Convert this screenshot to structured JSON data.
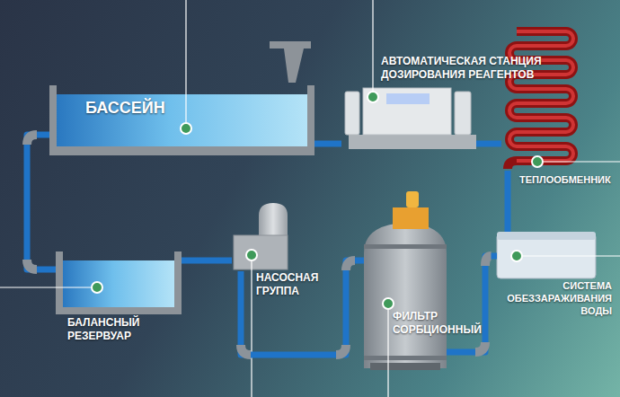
{
  "diagram": {
    "nodes": [
      {
        "text": [
          "БАССЕЙН"
        ]
      },
      {
        "text": [
          "АВТОМАТИЧЕСКАЯ СТАНЦИЯ ДОЗИРОВАНИЯ РЕАГЕНТОВ"
        ]
      },
      {
        "text": [
          "ТЕПЛООБМЕННИК"
        ]
      },
      {
        "text": [
          "СИСТЕМА ОБЕЗЗАРАЖИВАНИЯ ВОДЫ"
        ]
      },
      {
        "text": [
          "ФИЛЬТР СОРБЦИОННЫЙ"
        ]
      },
      {
        "text": [
          "НАСОСНАЯ ГРУППА"
        ]
      },
      {
        "text": [
          "БАЛАНСНЫЙ РЕЗЕРВУАР"
        ]
      }
    ],
    "edges": [
      {
        "from": 0,
        "to": 6,
        "arrow": "none"
      },
      {
        "from": 6,
        "to": 5,
        "arrow": "none"
      },
      {
        "from": 5,
        "to": 4,
        "arrow": "none"
      },
      {
        "from": 4,
        "to": 3,
        "arrow": "none"
      },
      {
        "from": 3,
        "to": 2,
        "arrow": "none"
      },
      {
        "from": 2,
        "to": 1,
        "arrow": "none"
      },
      {
        "from": 1,
        "to": 0,
        "arrow": "none"
      }
    ]
  }
}
